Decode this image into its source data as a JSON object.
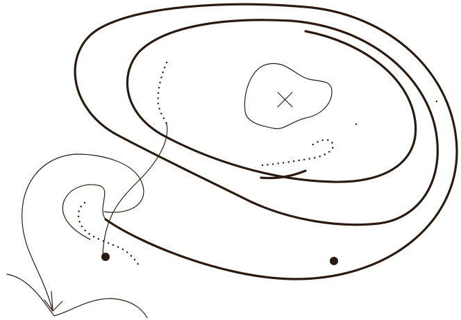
{
  "diagram": {
    "ink_color": "#2b1a10",
    "background": "#ffffff",
    "elements": [
      "outer-spiral-curve",
      "inner-spiral-curve",
      "center-contour",
      "cross-mark",
      "dotted-arcs",
      "connecting-thin-curve",
      "arrow-curve",
      "base-wavy-curve",
      "marked-points"
    ]
  }
}
